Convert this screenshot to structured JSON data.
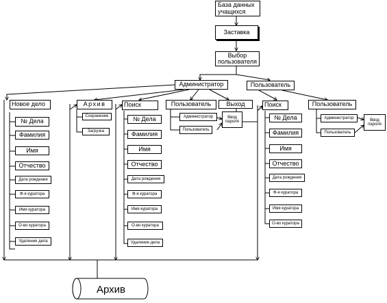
{
  "top": {
    "database": "База данных учащихся",
    "splash": "Заставка",
    "select_user": "Выбор пользователя"
  },
  "roles": {
    "admin": "Администратор",
    "user": "Пользователь"
  },
  "admin_menu": {
    "new_case": "Новое дело",
    "archive": "Архив",
    "search": "Поиск",
    "user": "Пользователь",
    "exit": "Выход"
  },
  "new_case_fields": [
    "№ Дела",
    "Фамилия",
    "Имя",
    "Отчество",
    "Дата рождения",
    "Ф-я куратора",
    "Имя куратора",
    "О-во куратора",
    "Удаление дела"
  ],
  "archive_items": [
    "Сохранение",
    "Загрузка"
  ],
  "admin_search_fields": [
    "№ Дела",
    "Фамилия",
    "Имя",
    "Отчество",
    "Дата рождения",
    "Ф-я куратора",
    "Имя куратора",
    "О-во куратора",
    "Удаление дела"
  ],
  "admin_user_items": [
    "Администратор",
    "Пользователь"
  ],
  "admin_password": "Ввод пароля",
  "user_menu": {
    "search": "Поиск",
    "user": "Пользователь"
  },
  "user_search_fields": [
    "№ Дела",
    "Фамилия",
    "Имя",
    "Отчество",
    "Дата рождения",
    "Ф-я куратора",
    "Имя куратора",
    "О-во куратора"
  ],
  "user_user_items": [
    "Администратор",
    "Пользователь"
  ],
  "user_password": "Ввод пароля",
  "storage": "Архив"
}
